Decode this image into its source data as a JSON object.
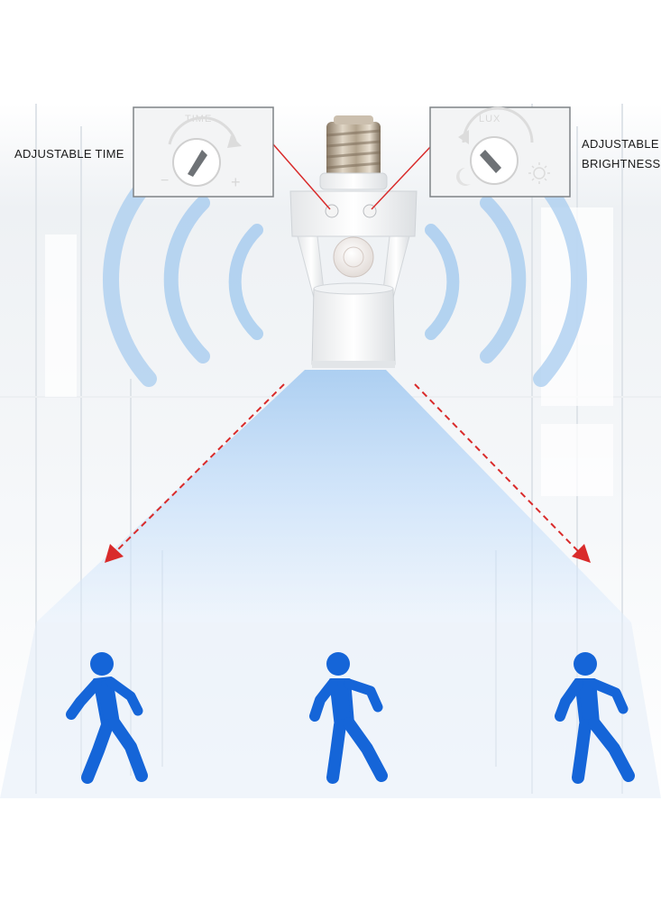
{
  "labels": {
    "adjustable_time": "ADJUSTABLE TIME",
    "adjustable_brightness_line1": "ADJUSTABLE",
    "adjustable_brightness_line2": "BRIGHTNESS"
  },
  "dials": {
    "time_caption": "TIME",
    "time_minus": "−",
    "time_plus": "+",
    "lux_caption": "LUX"
  },
  "colors": {
    "person": "#1565d8",
    "arrow": "#d92b2b",
    "wave": "#9cc6ef",
    "beam": "#bcd9f3"
  },
  "icons": [
    "walking-person-icon",
    "moon-icon",
    "sun-icon",
    "dashed-arrow-icon"
  ]
}
